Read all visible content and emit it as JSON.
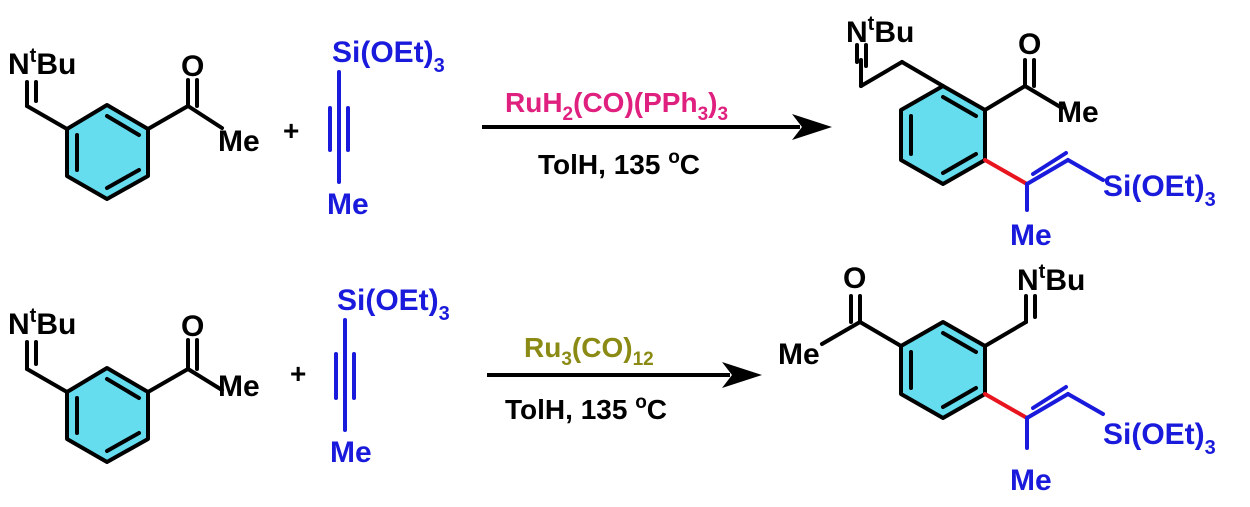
{
  "colors": {
    "ring_fill": "#66ddee",
    "alkyne_blue": "#1a1adc",
    "new_bond_red": "#e8141e",
    "catalyst1": "#e0207e",
    "catalyst2": "#8a8a14"
  },
  "labels": {
    "n_tbu_n": "N",
    "n_tbu_t": "t",
    "n_tbu_bu": "Bu",
    "oxygen": "O",
    "me": "Me",
    "plus": "+",
    "si_oet": "Si(OEt)",
    "sub3": "3"
  },
  "reaction1": {
    "catalyst": {
      "a": "RuH",
      "b": "2",
      "c": "(CO)(PPh",
      "d": "3",
      "e": ")",
      "f": "3"
    },
    "conditions": {
      "solvent": "TolH, 135 ",
      "deg": "o",
      "unit": "C"
    }
  },
  "reaction2": {
    "catalyst": {
      "a": "Ru",
      "b": "3",
      "c": "(CO)",
      "d": "12"
    },
    "conditions": {
      "solvent": "TolH, 135 ",
      "deg": "o",
      "unit": "C"
    }
  }
}
